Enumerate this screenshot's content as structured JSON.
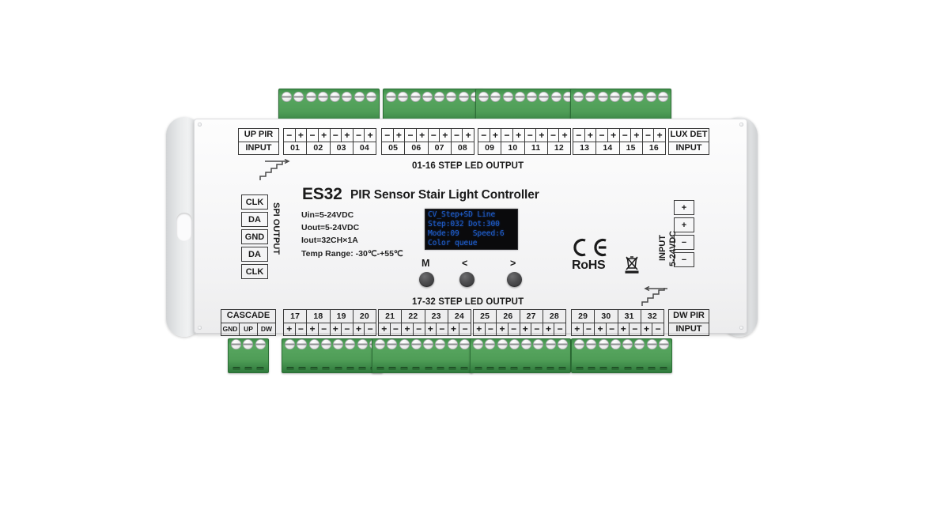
{
  "product": {
    "model": "ES32",
    "name": "PIR Sensor Stair Light Controller",
    "specs": [
      "Uin=5-24VDC",
      "Uout=5-24VDC",
      "Iout=32CH×1A",
      "Temp Range: -30℃-+55℃"
    ],
    "certifications": {
      "ce": "CE",
      "rohs": "RoHS",
      "weee_icon": "crossed-out-wheelie-bin-icon"
    },
    "body_color": "#f4f4f5",
    "terminal_color": "#4f9d57"
  },
  "display": {
    "lines": [
      "CV_Step+SD Line",
      "Step:032 Dot:300",
      "Mode:09   Speed:6",
      "Color queue"
    ],
    "text_color": "#1f5fd0",
    "background": "#0a0a0c"
  },
  "buttons": [
    {
      "label": "M",
      "name": "menu-button"
    },
    {
      "label": "<",
      "name": "prev-button"
    },
    {
      "label": ">",
      "name": "next-button"
    }
  ],
  "top_section": {
    "title": "01-16 STEP LED OUTPUT",
    "left_label": {
      "line1": "UP PIR",
      "line2": "INPUT"
    },
    "right_label": {
      "line1": "LUX DET",
      "line2": "INPUT"
    },
    "groups": [
      {
        "channels": [
          "01",
          "02",
          "03",
          "04"
        ],
        "polarity": [
          "−",
          "+",
          "−",
          "+",
          "−",
          "+",
          "−",
          "+"
        ]
      },
      {
        "channels": [
          "05",
          "06",
          "07",
          "08"
        ],
        "polarity": [
          "−",
          "+",
          "−",
          "+",
          "−",
          "+",
          "−",
          "+"
        ]
      },
      {
        "channels": [
          "09",
          "10",
          "11",
          "12"
        ],
        "polarity": [
          "−",
          "+",
          "−",
          "+",
          "−",
          "+",
          "−",
          "+"
        ]
      },
      {
        "channels": [
          "13",
          "14",
          "15",
          "16"
        ],
        "polarity": [
          "−",
          "+",
          "−",
          "+",
          "−",
          "+",
          "−",
          "+"
        ]
      }
    ]
  },
  "bottom_section": {
    "title": "17-32 STEP LED OUTPUT",
    "left_label": {
      "line1": "CASCADE",
      "pins": [
        "GND",
        "UP",
        "DW"
      ]
    },
    "right_label": {
      "line1": "DW PIR",
      "line2": "INPUT"
    },
    "groups": [
      {
        "channels": [
          "17",
          "18",
          "19",
          "20"
        ],
        "polarity": [
          "+",
          "−",
          "+",
          "−",
          "+",
          "−",
          "+",
          "−"
        ]
      },
      {
        "channels": [
          "21",
          "22",
          "23",
          "24"
        ],
        "polarity": [
          "+",
          "−",
          "+",
          "−",
          "+",
          "−",
          "+",
          "−"
        ]
      },
      {
        "channels": [
          "25",
          "26",
          "27",
          "28"
        ],
        "polarity": [
          "+",
          "−",
          "+",
          "−",
          "+",
          "−",
          "+",
          "−"
        ]
      },
      {
        "channels": [
          "29",
          "30",
          "31",
          "32"
        ],
        "polarity": [
          "+",
          "−",
          "+",
          "−",
          "+",
          "−",
          "+",
          "−"
        ]
      }
    ]
  },
  "spi_output": {
    "label": "SPI OUTPUT",
    "pins": [
      "CLK",
      "DA",
      "GND",
      "DA",
      "CLK"
    ]
  },
  "power_input": {
    "label_line1": "INPUT",
    "label_line2": "5-24VDC",
    "pins": [
      "+",
      "+",
      "−",
      "−"
    ]
  },
  "icons": {
    "stairs_up": "stairs-icon",
    "stairs_down": "stairs-icon"
  }
}
